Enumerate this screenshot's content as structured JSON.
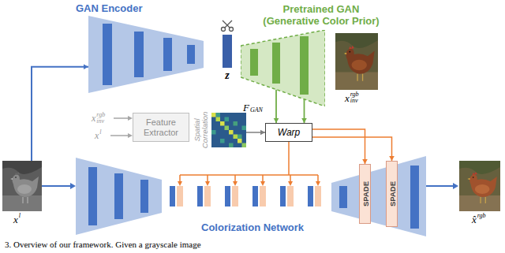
{
  "diagram": {
    "caption": "3. Overview of our framework. Given a grayscale image",
    "nodes": [
      {
        "text": [
          "GAN Encoder"
        ]
      },
      {
        "text": [
          "Pretrained GAN (Generative Color Prior)"
        ]
      },
      {
        "text": [
          "z"
        ]
      },
      {
        "text": [
          "x",
          "rgb",
          "inv"
        ]
      },
      {
        "text": [
          "Feature Extractor"
        ]
      },
      {
        "text": [
          "Spatial Correlation"
        ]
      },
      {
        "text": [
          "Warp"
        ]
      },
      {
        "text": [
          "SPADE"
        ]
      },
      {
        "text": [
          "SPADE"
        ]
      },
      {
        "text": [
          "x",
          "l"
        ]
      },
      {
        "text": [
          "x̂",
          "rgb"
        ]
      }
    ],
    "edges": [
      {
        "from": 9,
        "to": 0,
        "arrow": "to"
      },
      {
        "from": 1,
        "to": 6,
        "arrow": "to"
      },
      {
        "from": 5,
        "to": 6,
        "arrow": "to"
      },
      {
        "from": 6,
        "to": 7,
        "arrow": "to"
      },
      {
        "from": 6,
        "to": 8,
        "arrow": "to"
      }
    ],
    "labels": [
      "F",
      "GAN",
      "x",
      "rgb",
      "inv",
      "x",
      "l",
      "Colorization Network"
    ]
  }
}
